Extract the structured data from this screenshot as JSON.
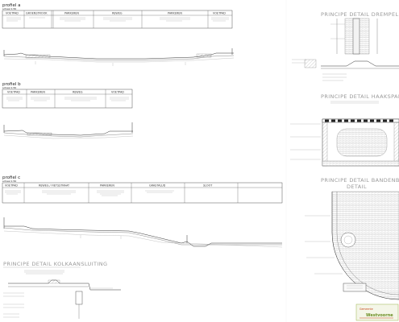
{
  "profile_a": {
    "title": "profiel a",
    "scale": "schaal 1:50",
    "headers": [
      "VOETPAD",
      "GROENSTROOK",
      "PARKEREN",
      "RIJWEG",
      "PARKEREN",
      "VOETPAD"
    ]
  },
  "profile_b": {
    "title": "profiel b",
    "scale": "schaal 1:50",
    "headers": [
      "VOETPAD",
      "PARKEREN",
      "RIJWEG",
      "VOETPAD"
    ]
  },
  "profile_c": {
    "title": "profiel c",
    "scale": "schaal 1:50",
    "headers": [
      "VOETPAD",
      "RIJWEG / FIETSSTRAAT",
      "PARKEREN",
      "GRASTALUD",
      "SLOOT"
    ]
  },
  "details": {
    "drempel": "PRINCIPE DETAIL DREMPEL",
    "haaksparkeren": "PRINCIPE DETAIL HAAKSPARKEREN",
    "boom": "PRINCIPE DETAIL BANDENBEKLAKING BO",
    "boom_sub": "DETAIL",
    "kolk": "PRINCIPE DETAIL KOLKAANSLUITING"
  },
  "logo": {
    "line1": "Gemeente",
    "line2": "Westvoorne"
  }
}
